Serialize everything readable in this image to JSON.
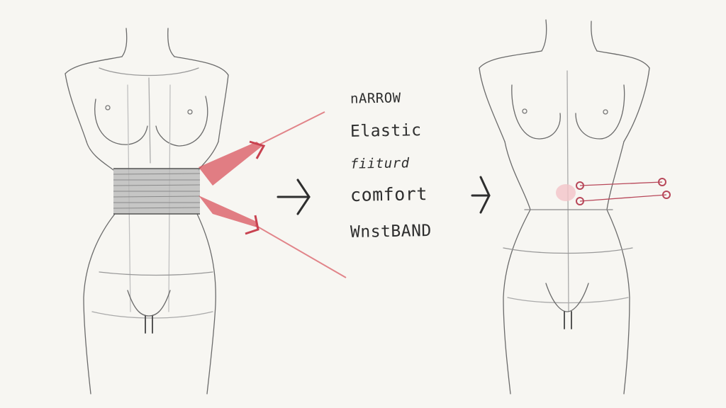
{
  "illustration": {
    "description": "Pencil sketch comparing a torso with a wide waistband to a torso with a narrow waistband",
    "left_figure": {
      "label": "torso-with-wide-band",
      "band_style": "gray shaded horizontal band",
      "annotation_color": "#d9545e"
    },
    "right_figure": {
      "label": "torso-with-narrow-band-markers",
      "marker_color": "#b8485a",
      "highlight_color": "#f2c4c8"
    },
    "transition_arrows": [
      "→",
      "→"
    ]
  },
  "notes": {
    "lines": [
      "nARROW",
      "Elastic",
      "fiiturd",
      "comfort",
      "WnstBAND"
    ]
  },
  "colors": {
    "paper": "#f7f6f2",
    "pencil": "#5a5a5a",
    "ink": "#2e2e2e",
    "red": "#d9545e"
  }
}
